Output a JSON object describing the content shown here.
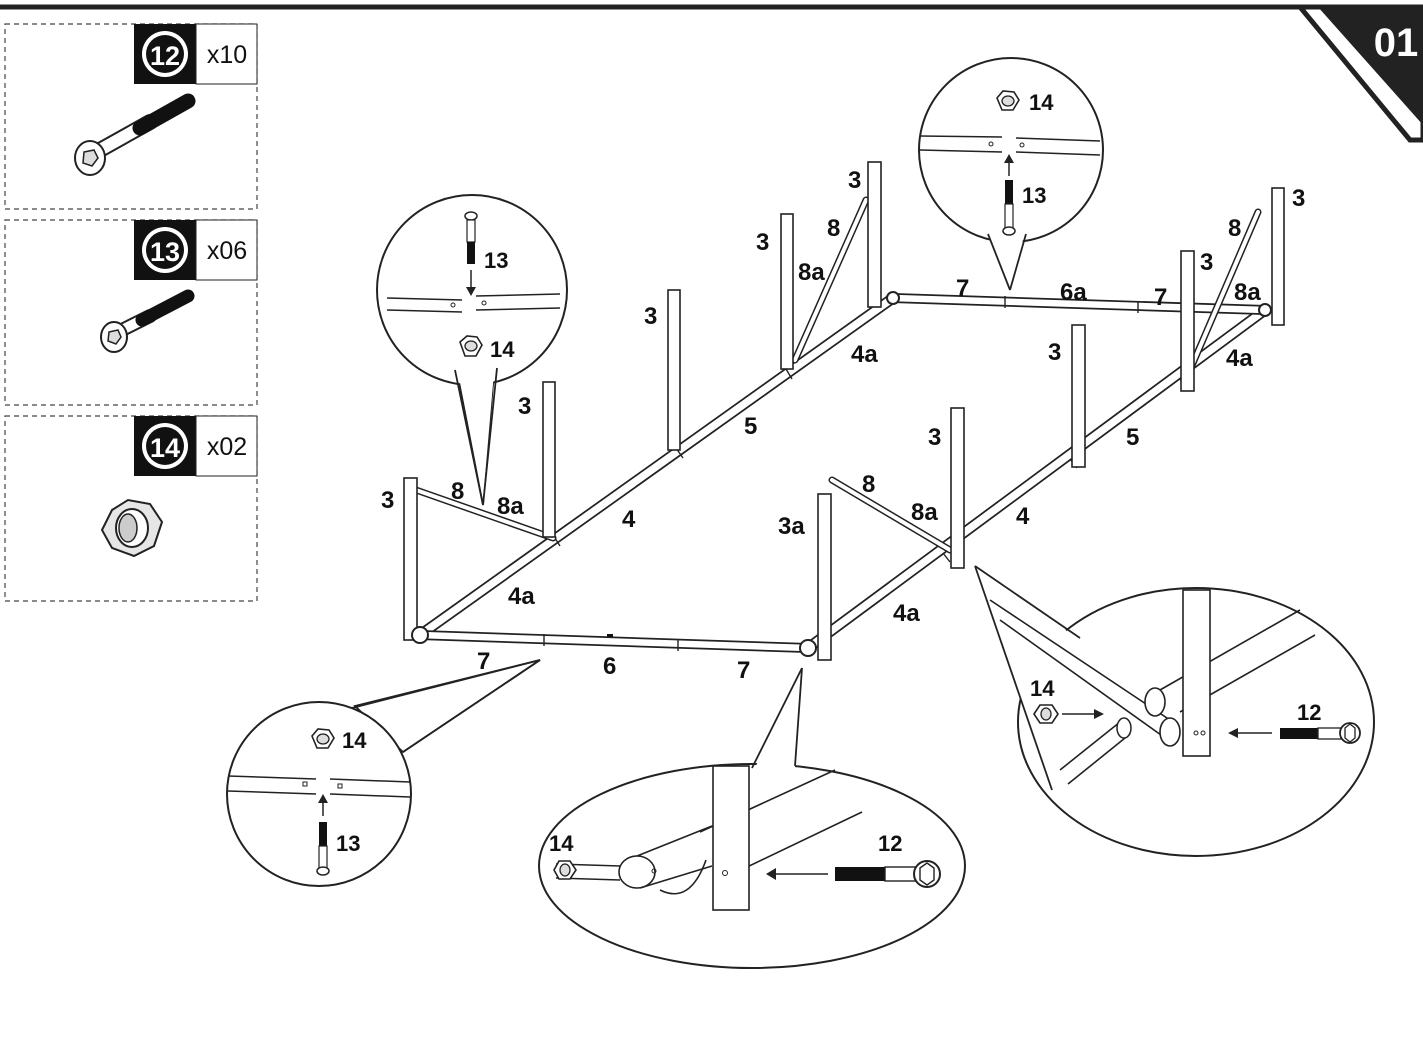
{
  "step": "01",
  "parts": [
    {
      "number": "12",
      "quantity": "x10",
      "icon": "long-hex-bolt-icon"
    },
    {
      "number": "13",
      "quantity": "x06",
      "icon": "short-hex-bolt-icon"
    },
    {
      "number": "14",
      "quantity": "x02",
      "icon": "hex-nut-icon"
    }
  ],
  "frame_labels": {
    "post_left_front": "3",
    "post_left_back": "3",
    "post_mid_left": "3",
    "post_mid_back": "3",
    "post_back_corner": "3",
    "post_right_front": "3",
    "post_right_mid": "3",
    "post_right_back": "3",
    "post_right_corner": "3",
    "post_front_mid": "3a",
    "brace_left": "8",
    "brace_left_a": "8a",
    "brace_back": "8",
    "brace_back_a": "8a",
    "brace_right": "8",
    "brace_right_a": "8a",
    "brace_front": "8",
    "brace_front_a": "8a",
    "rail_left_4": "4",
    "rail_left_4a": "4a",
    "rail_left_5": "5",
    "rail_left_back_4a": "4a",
    "rail_right_4": "4",
    "rail_right_4a": "4a",
    "rail_right_5": "5",
    "rail_right_back_4a": "4a",
    "front_7_left": "7",
    "front_6": "6",
    "front_7_right": "7",
    "back_7_left": "7",
    "back_6a": "6a",
    "back_7_right": "7"
  },
  "details": {
    "top_left": {
      "bolt": "13",
      "nut": "14"
    },
    "top_right": {
      "bolt": "13",
      "nut": "14"
    },
    "bottom_left": {
      "bolt": "13",
      "nut": "14"
    },
    "bottom_center": {
      "bolt": "12",
      "nut": "14"
    },
    "right": {
      "bolt": "12",
      "nut": "14"
    }
  }
}
